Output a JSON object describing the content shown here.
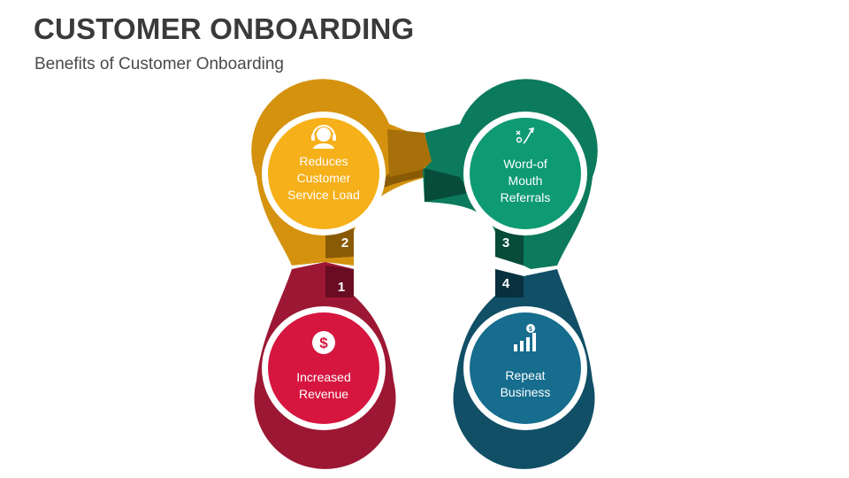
{
  "header": {
    "title": "CUSTOMER ONBOARDING",
    "subtitle": "Benefits of Customer Onboarding"
  },
  "colors": {
    "yellow_ring": "#D4920E",
    "yellow_dark": "#8A5B06",
    "yellow_fill": "#F6B019",
    "green_ring": "#0C7A5C",
    "green_dark": "#064C38",
    "green_fill": "#0E9A73",
    "red_ring": "#9C1733",
    "red_dark": "#6A0C22",
    "red_fill": "#D6163F",
    "blue_ring": "#114F66",
    "blue_dark": "#08303F",
    "blue_fill": "#166D8E"
  },
  "steps": [
    {
      "number": "1",
      "lines": [
        "Increased",
        "Revenue"
      ],
      "icon": "dollar-icon"
    },
    {
      "number": "2",
      "lines": [
        "Reduces",
        "Customer",
        "Service Load"
      ],
      "icon": "support-agent-icon"
    },
    {
      "number": "3",
      "lines": [
        "Word-of",
        "Mouth",
        "Referrals"
      ],
      "icon": "strategy-arrow-icon"
    },
    {
      "number": "4",
      "lines": [
        "Repeat",
        "Business"
      ],
      "icon": "growth-chart-icon"
    }
  ]
}
